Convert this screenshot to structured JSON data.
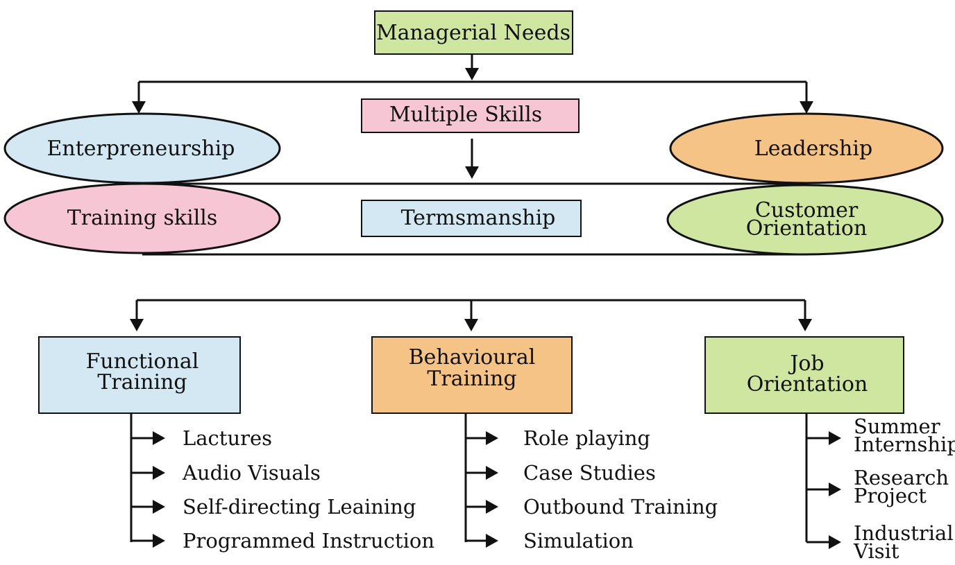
{
  "diagram": {
    "top_box": {
      "label": "Managerial Needs",
      "fill": "#cfe6a0"
    },
    "skills": {
      "multiple_skills": {
        "label": "Multiple Skills",
        "fill": "#f7c6d4"
      },
      "enterpreneurship": {
        "label": "Enterpreneurship",
        "fill": "#d4e8f4"
      },
      "leadership": {
        "label": "Leadership",
        "fill": "#f6c386"
      },
      "training_skills": {
        "label": "Training skills",
        "fill": "#f7c6d4"
      },
      "termsmanship": {
        "label": "Termsmanship",
        "fill": "#d4e8f4"
      },
      "customer_orientation": {
        "line1": "Customer",
        "line2": "Orientation",
        "fill": "#cfe6a0"
      }
    },
    "functional": {
      "title_line1": "Functional",
      "title_line2": "Training",
      "fill": "#d4e8f4",
      "items": [
        "Lactures",
        "Audio Visuals",
        "Self-directing Leaining",
        "Programmed Instruction"
      ]
    },
    "behavioural": {
      "title_line1": "Behavioural",
      "title_line2": "Training",
      "fill": "#f6c386",
      "items": [
        "Role playing",
        "Case Studies",
        "Outbound Training",
        "Simulation"
      ]
    },
    "job": {
      "title_line1": "Job",
      "title_line2": "Orientation",
      "fill": "#cfe6a0",
      "items": [
        {
          "line1": "Summer",
          "line2": "Internship"
        },
        {
          "line1": "Research",
          "line2": "Project"
        },
        {
          "line1": "Industrial",
          "line2": "Visit"
        }
      ]
    }
  }
}
